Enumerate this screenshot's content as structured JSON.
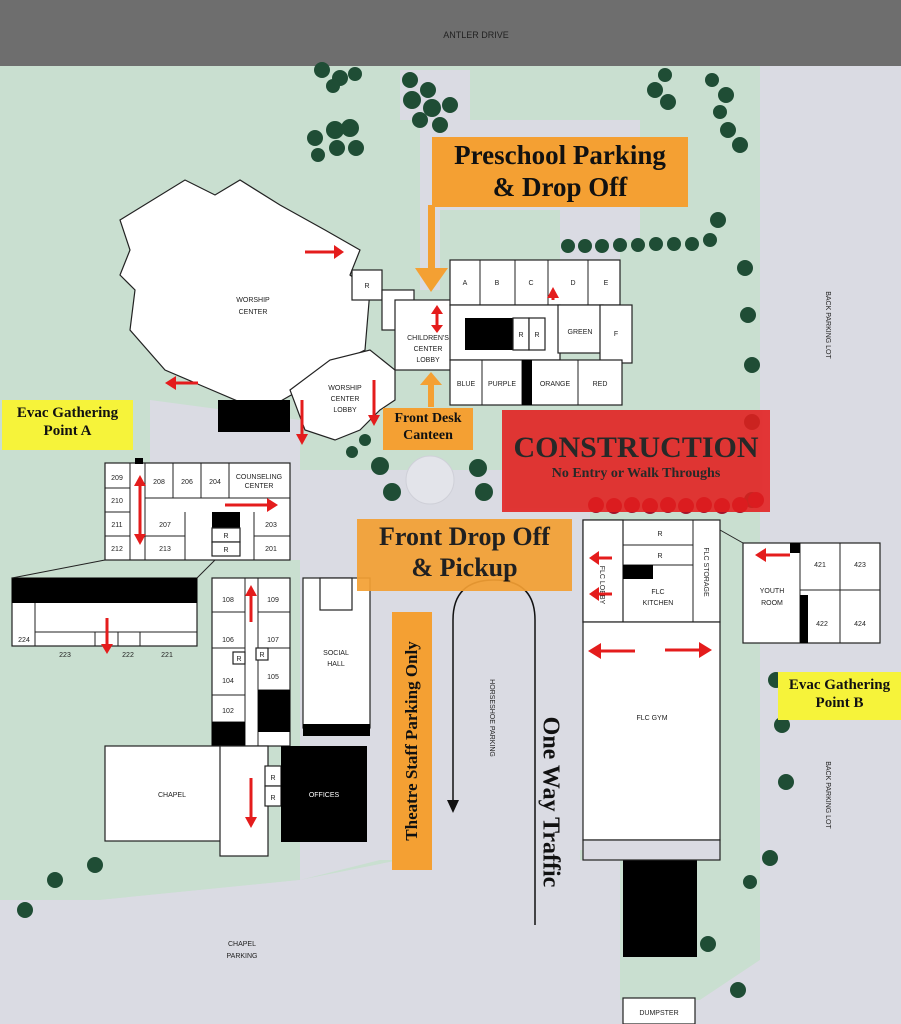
{
  "roads": {
    "top": "ANTLER DRIVE",
    "back_upper": "BACK PARKING LOT",
    "back_lower": "BACK PARKING LOT",
    "horseshoe": "HORSESHOE PARKING",
    "chapel_parking_1": "CHAPEL",
    "chapel_parking_2": "PARKING"
  },
  "buildings": {
    "worship_center_1": "WORSHIP",
    "worship_center_2": "CENTER",
    "r_a": "R",
    "r_b": "R",
    "childrens_1": "CHILDREN'S",
    "childrens_2": "CENTER",
    "childrens_3": "LOBBY",
    "worship_lobby_1": "WORSHIP",
    "worship_lobby_2": "CENTER",
    "worship_lobby_3": "LOBBY",
    "room_a": "A",
    "room_b": "B",
    "room_c": "C",
    "room_d": "D",
    "room_e": "E",
    "room_f": "F",
    "green": "GREEN",
    "r_c": "R",
    "r_d": "R",
    "blue": "BLUE",
    "purple": "PURPLE",
    "orange": "ORANGE",
    "red": "RED",
    "r209": "209",
    "r210": "210",
    "r211": "211",
    "r212": "212",
    "r208": "208",
    "r206": "206",
    "r204": "204",
    "counseling_1": "COUNSELING",
    "counseling_2": "CENTER",
    "r207": "207",
    "r213": "213",
    "r203": "203",
    "r201": "201",
    "r_e": "R",
    "r_f": "R",
    "r224": "224",
    "r223": "223",
    "r222": "222",
    "r221": "221",
    "r108": "108",
    "r109": "109",
    "r106": "106",
    "r107": "107",
    "r104": "104",
    "r105": "105",
    "r102": "102",
    "r_g": "R",
    "r_h": "R",
    "social_1": "SOCIAL",
    "social_2": "HALL",
    "chapel": "CHAPEL",
    "offices": "OFFICES",
    "r_i": "R",
    "r_j": "R",
    "flc_lobby": "FLC LOBBY",
    "r_k": "R",
    "r_l": "R",
    "flc_kitchen_1": "FLC",
    "flc_kitchen_2": "KITCHEN",
    "flc_storage": "FLC STORAGE",
    "youth_1": "YOUTH",
    "youth_2": "ROOM",
    "r421": "421",
    "r423": "423",
    "r422": "422",
    "r424": "424",
    "flc_gym": "FLC GYM",
    "dumpster": "DUMPSTER"
  },
  "banners": {
    "preschool_line1": "Preschool Parking",
    "preschool_line2": "& Drop Off",
    "front_desk_line1": "Front Desk",
    "front_desk_line2": "Canteen",
    "construction_title": "CONSTRUCTION",
    "construction_sub": "No Entry or Walk Throughs",
    "front_dropoff_line1": "Front Drop Off",
    "front_dropoff_line2": "& Pickup",
    "evac_a_line1": "Evac Gathering",
    "evac_a_line2": "Point A",
    "evac_b_line1": "Evac Gathering",
    "evac_b_line2": "Point B",
    "theatre_staff": "Theatre Staff Parking Only",
    "one_way": "One Way Traffic"
  },
  "colors": {
    "orange_banner": "#f4a033",
    "yellow_banner": "#f6f33a",
    "construction_red": "#e31e1e",
    "arrow_red": "#e41c1c",
    "tree_green": "#1f4d35",
    "grass": "#c9dfd0",
    "road_gray": "#dadbe3",
    "top_road": "#6e6e6e"
  }
}
